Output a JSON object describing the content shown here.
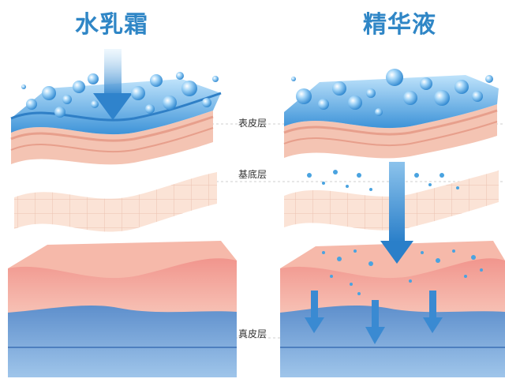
{
  "panels": {
    "left": {
      "title": "水乳霜"
    },
    "right": {
      "title": "精华液"
    }
  },
  "layers": [
    {
      "label": "表皮层"
    },
    {
      "label": "基底层"
    },
    {
      "label": "真皮层"
    }
  ],
  "colors": {
    "title": "#2f86c6",
    "water": "#4aa3e0",
    "skin_pink": "#f6c7b8",
    "dermis_pink": "#f3a796",
    "dermis_blue": "#5b8cc9",
    "arrow": "#3f8fd6"
  }
}
